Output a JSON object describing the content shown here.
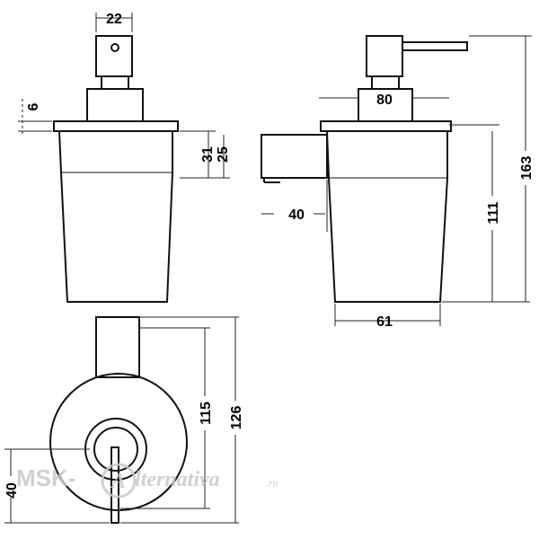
{
  "dimensions": {
    "front_pump_width": "22",
    "front_plate_thickness": "6",
    "front_height_31": "31",
    "front_height_25": "25",
    "side_pump_base": "80",
    "side_projection": "40",
    "side_cup_width": "61",
    "side_cup_height": "111",
    "side_total_height": "163",
    "bottom_offset": "40",
    "bottom_height_115": "115",
    "bottom_height_126": "126"
  },
  "watermark": {
    "left": "MSK-",
    "logo": "A",
    "right": "lternativa",
    "suffix": ".ru"
  },
  "colors": {
    "line": "#111111",
    "watermark": "#c8c8c8"
  }
}
